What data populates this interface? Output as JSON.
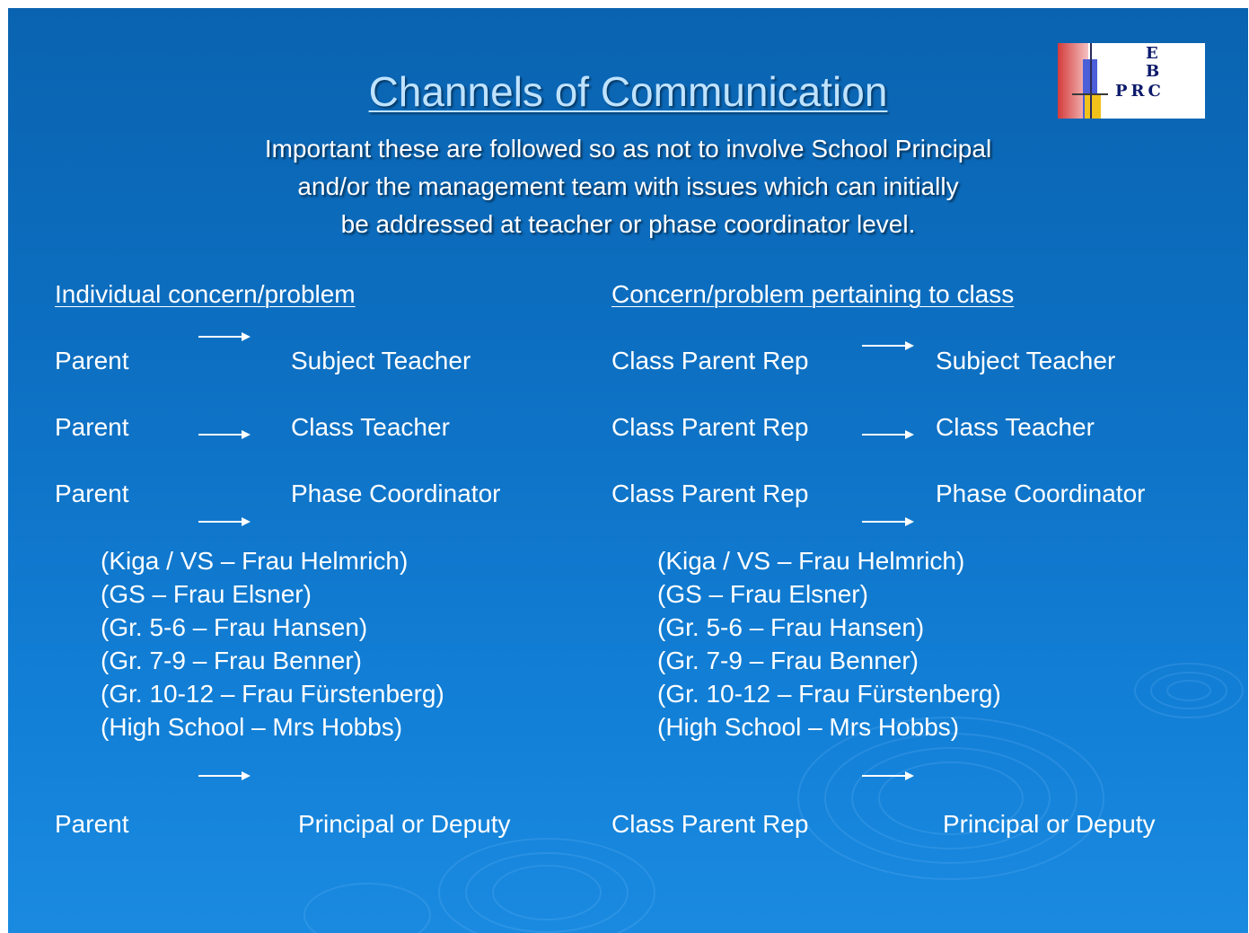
{
  "slide": {
    "title": "Channels of Communication",
    "subtitle_lines": [
      "Important these are followed so as not to involve School Principal",
      "and/or the management  team with issues which can initially",
      "be addressed at teacher or phase coordinator level."
    ],
    "logo": {
      "line1": "E",
      "line2": "B",
      "line3": "PRC",
      "colors": [
        "#d43b3b",
        "#4a5fd8",
        "#f2c21a"
      ]
    }
  },
  "left": {
    "heading": "Individual concern/problem",
    "rows": [
      {
        "from": "Parent",
        "to": "Subject Teacher"
      },
      {
        "from": "Parent",
        "to": "Class Teacher"
      },
      {
        "from": "Parent",
        "to": "Phase Coordinator"
      },
      {
        "from": "Parent",
        "to": "Principal or Deputy"
      }
    ],
    "coordinators": [
      "(Kiga / VS – Frau Helmrich)",
      "(GS – Frau Elsner)",
      "(Gr. 5-6 – Frau Hansen)",
      "(Gr. 7-9 – Frau Benner)",
      "(Gr. 10-12 – Frau Fürstenberg)",
      "(High School – Mrs Hobbs)"
    ]
  },
  "right": {
    "heading": "Concern/problem pertaining to class",
    "rows": [
      {
        "from": "Class Parent  Rep",
        "to": "Subject Teacher"
      },
      {
        "from": "Class Parent Rep",
        "to": "Class Teacher"
      },
      {
        "from": "Class Parent Rep",
        "to": "Phase Coordinator"
      },
      {
        "from": "Class Parent Rep",
        "to": "Principal or Deputy"
      }
    ],
    "coordinators": [
      "(Kiga / VS – Frau Helmrich)",
      "(GS – Frau Elsner)",
      "(Gr. 5-6 – Frau Hansen)",
      "(Gr. 7-9 – Frau Benner)",
      "(Gr. 10-12 – Frau Fürstenberg)",
      "(High School – Mrs Hobbs)"
    ]
  },
  "colors": {
    "background": "#0d70c3",
    "title": "#bfe3ff",
    "text": "#ffffff"
  }
}
